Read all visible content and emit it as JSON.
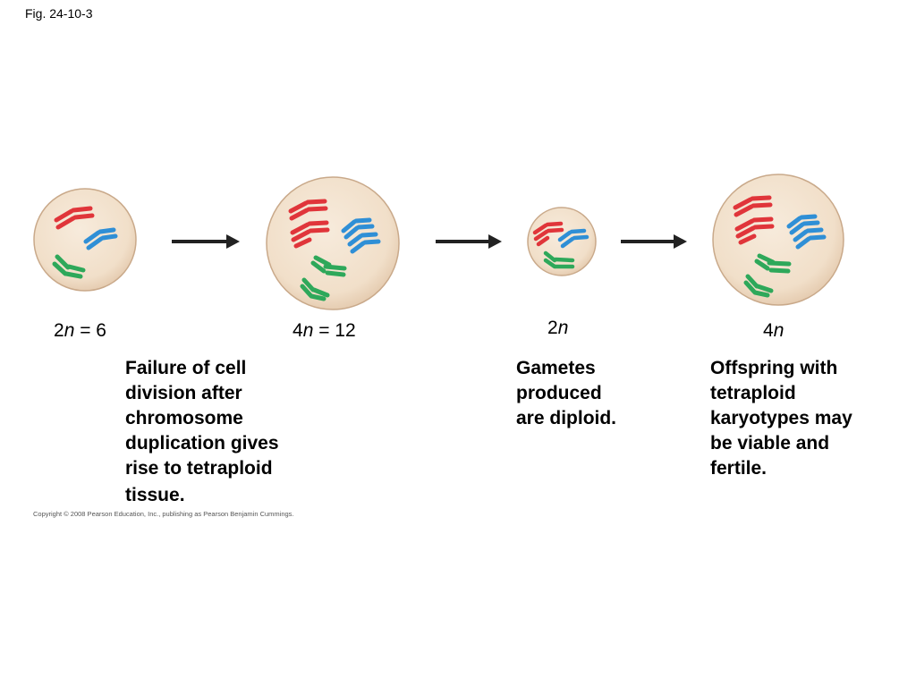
{
  "figure_label": "Fig. 24-10-3",
  "stages": [
    {
      "number": "2",
      "variable": "n",
      "suffix": " = 6"
    },
    {
      "number": "4",
      "variable": "n",
      "suffix": " = 12"
    },
    {
      "number": "2",
      "variable": "n",
      "suffix": ""
    },
    {
      "number": "4",
      "variable": "n",
      "suffix": ""
    }
  ],
  "captions": {
    "tetraploid_tissue": [
      "Failure of cell",
      "division after",
      "chromosome",
      "duplication gives",
      "rise to tetraploid",
      "tissue."
    ],
    "gametes": [
      "Gametes",
      "produced",
      "are diploid."
    ],
    "offspring": [
      "Offspring with",
      "tetraploid",
      "karyotypes may",
      "be viable and",
      "fertile."
    ]
  },
  "copyright": "Copyright © 2008 Pearson Education, Inc., publishing as Pearson Benjamin Cummings.",
  "colors": {
    "cell_fill": "#f3e3cf",
    "cell_edge": "#c9a98a",
    "red_chromosome": "#e0353a",
    "blue_chromosome": "#2f8fd6",
    "green_chromosome": "#2ea85a",
    "arrow": "#222222"
  }
}
